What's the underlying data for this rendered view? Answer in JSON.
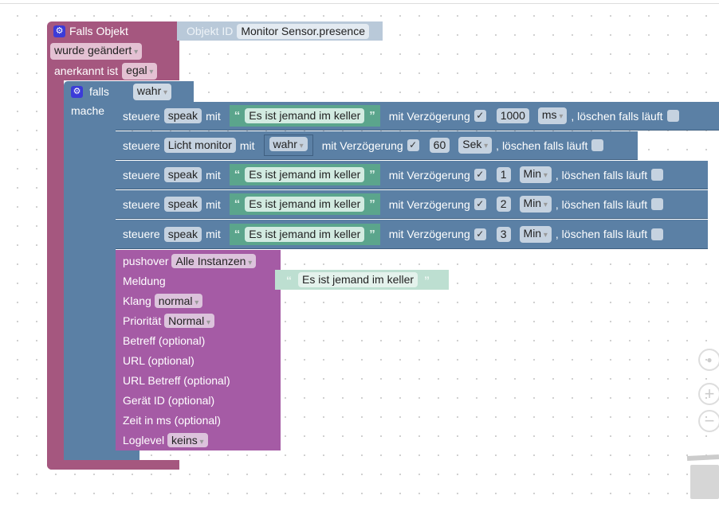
{
  "event": {
    "title": "Falls Objekt",
    "objekt_id_label": "Objekt ID",
    "objekt_id_value": "Monitor Sensor.presence",
    "trigger": "wurde geändert",
    "ack_label": "anerkannt ist",
    "ack_value": "egal"
  },
  "if_block": {
    "falls": "falls",
    "condition": "wahr",
    "mache": "mache"
  },
  "control_rows": [
    {
      "steuere": "steuere",
      "target": "speak",
      "mit": "mit",
      "value": "Es ist jemand im keller",
      "delay_label": "mit Verzögerung",
      "delay": "1000",
      "unit": "ms",
      "clear_label": ", löschen falls läuft"
    },
    {
      "steuere": "steuere",
      "target": "Licht monitor",
      "mit": "mit",
      "value": "wahr",
      "delay_label": "mit Verzögerung",
      "delay": "60",
      "unit": "Sek",
      "clear_label": ", löschen falls läuft"
    },
    {
      "steuere": "steuere",
      "target": "speak",
      "mit": "mit",
      "value": "Es ist jemand im keller",
      "delay_label": "mit Verzögerung",
      "delay": "1",
      "unit": "Min",
      "clear_label": ", löschen falls läuft"
    },
    {
      "steuere": "steuere",
      "target": "speak",
      "mit": "mit",
      "value": "Es ist jemand im keller",
      "delay_label": "mit Verzögerung",
      "delay": "2",
      "unit": "Min",
      "clear_label": ", löschen falls läuft"
    },
    {
      "steuere": "steuere",
      "target": "speak",
      "mit": "mit",
      "value": "Es ist jemand im keller",
      "delay_label": "mit Verzögerung",
      "delay": "3",
      "unit": "Min",
      "clear_label": ", löschen falls läuft"
    }
  ],
  "checkmark": "✓",
  "pushover": {
    "label": "pushover",
    "instance": "Alle Instanzen",
    "meldung": "Meldung",
    "meldung_value": "Es ist jemand im keller",
    "klang": "Klang",
    "klang_value": "normal",
    "prio": "Priorität",
    "prio_value": "Normal",
    "betreff": "Betreff (optional)",
    "url": "URL (optional)",
    "url_betreff": "URL Betreff (optional)",
    "geraet": "Gerät ID (optional)",
    "zeit": "Zeit in ms (optional)",
    "loglevel": "Loglevel",
    "loglevel_value": "keins"
  },
  "colors": {
    "event": "#a5577f",
    "logic": "#5b80a5",
    "text": "#5ba58c",
    "pushover": "#a55ba5"
  }
}
